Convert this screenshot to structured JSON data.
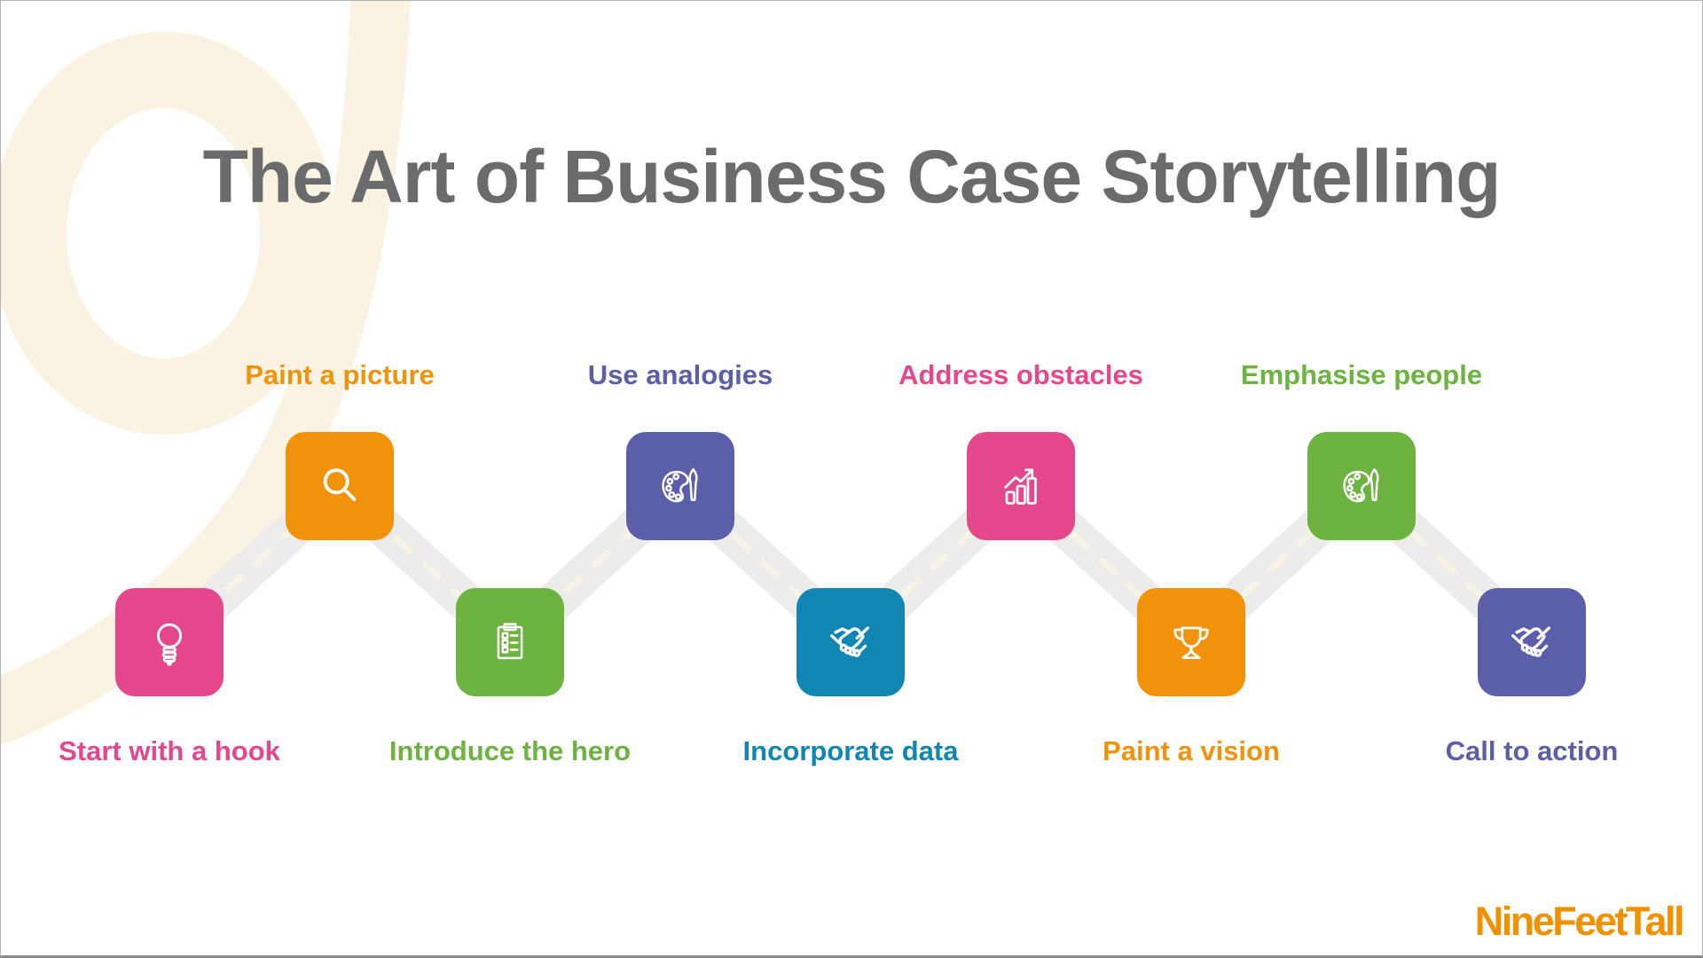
{
  "title": {
    "text": "The Art of Business Case Storytelling",
    "color": "#6a6b6d"
  },
  "steps": [
    {
      "label": "Start with a hook",
      "color": "#E5478D",
      "icon": "lightbulb",
      "row": "bottom"
    },
    {
      "label": "Paint a picture",
      "color": "#F0930A",
      "icon": "magnifier",
      "row": "top"
    },
    {
      "label": "Introduce the hero",
      "color": "#6CB33F",
      "icon": "clipboard-checklist",
      "row": "bottom"
    },
    {
      "label": "Use analogies",
      "color": "#5B5EA9",
      "icon": "paint-palette",
      "row": "top"
    },
    {
      "label": "Incorporate data",
      "color": "#1186B2",
      "icon": "handshake",
      "row": "bottom"
    },
    {
      "label": "Address obstacles",
      "color": "#E5478D",
      "icon": "bar-chart-growth",
      "row": "top"
    },
    {
      "label": "Paint a vision",
      "color": "#F0930A",
      "icon": "trophy",
      "row": "bottom"
    },
    {
      "label": "Emphasise people",
      "color": "#6CB33F",
      "icon": "paint-palette",
      "row": "top"
    },
    {
      "label": "Call to action",
      "color": "#5B5EA9",
      "icon": "handshake",
      "row": "bottom"
    }
  ],
  "road": {
    "color": "#EDECEA",
    "dash_color": "#F7F4E6"
  },
  "background": {
    "swoosh_color": "#FBF3E2"
  },
  "frame": {
    "border_color": "#b3b3b3",
    "bottom_border_color": "#8a8a8a"
  },
  "logo": {
    "text": "NineFeetTall",
    "color": "#F29100"
  }
}
